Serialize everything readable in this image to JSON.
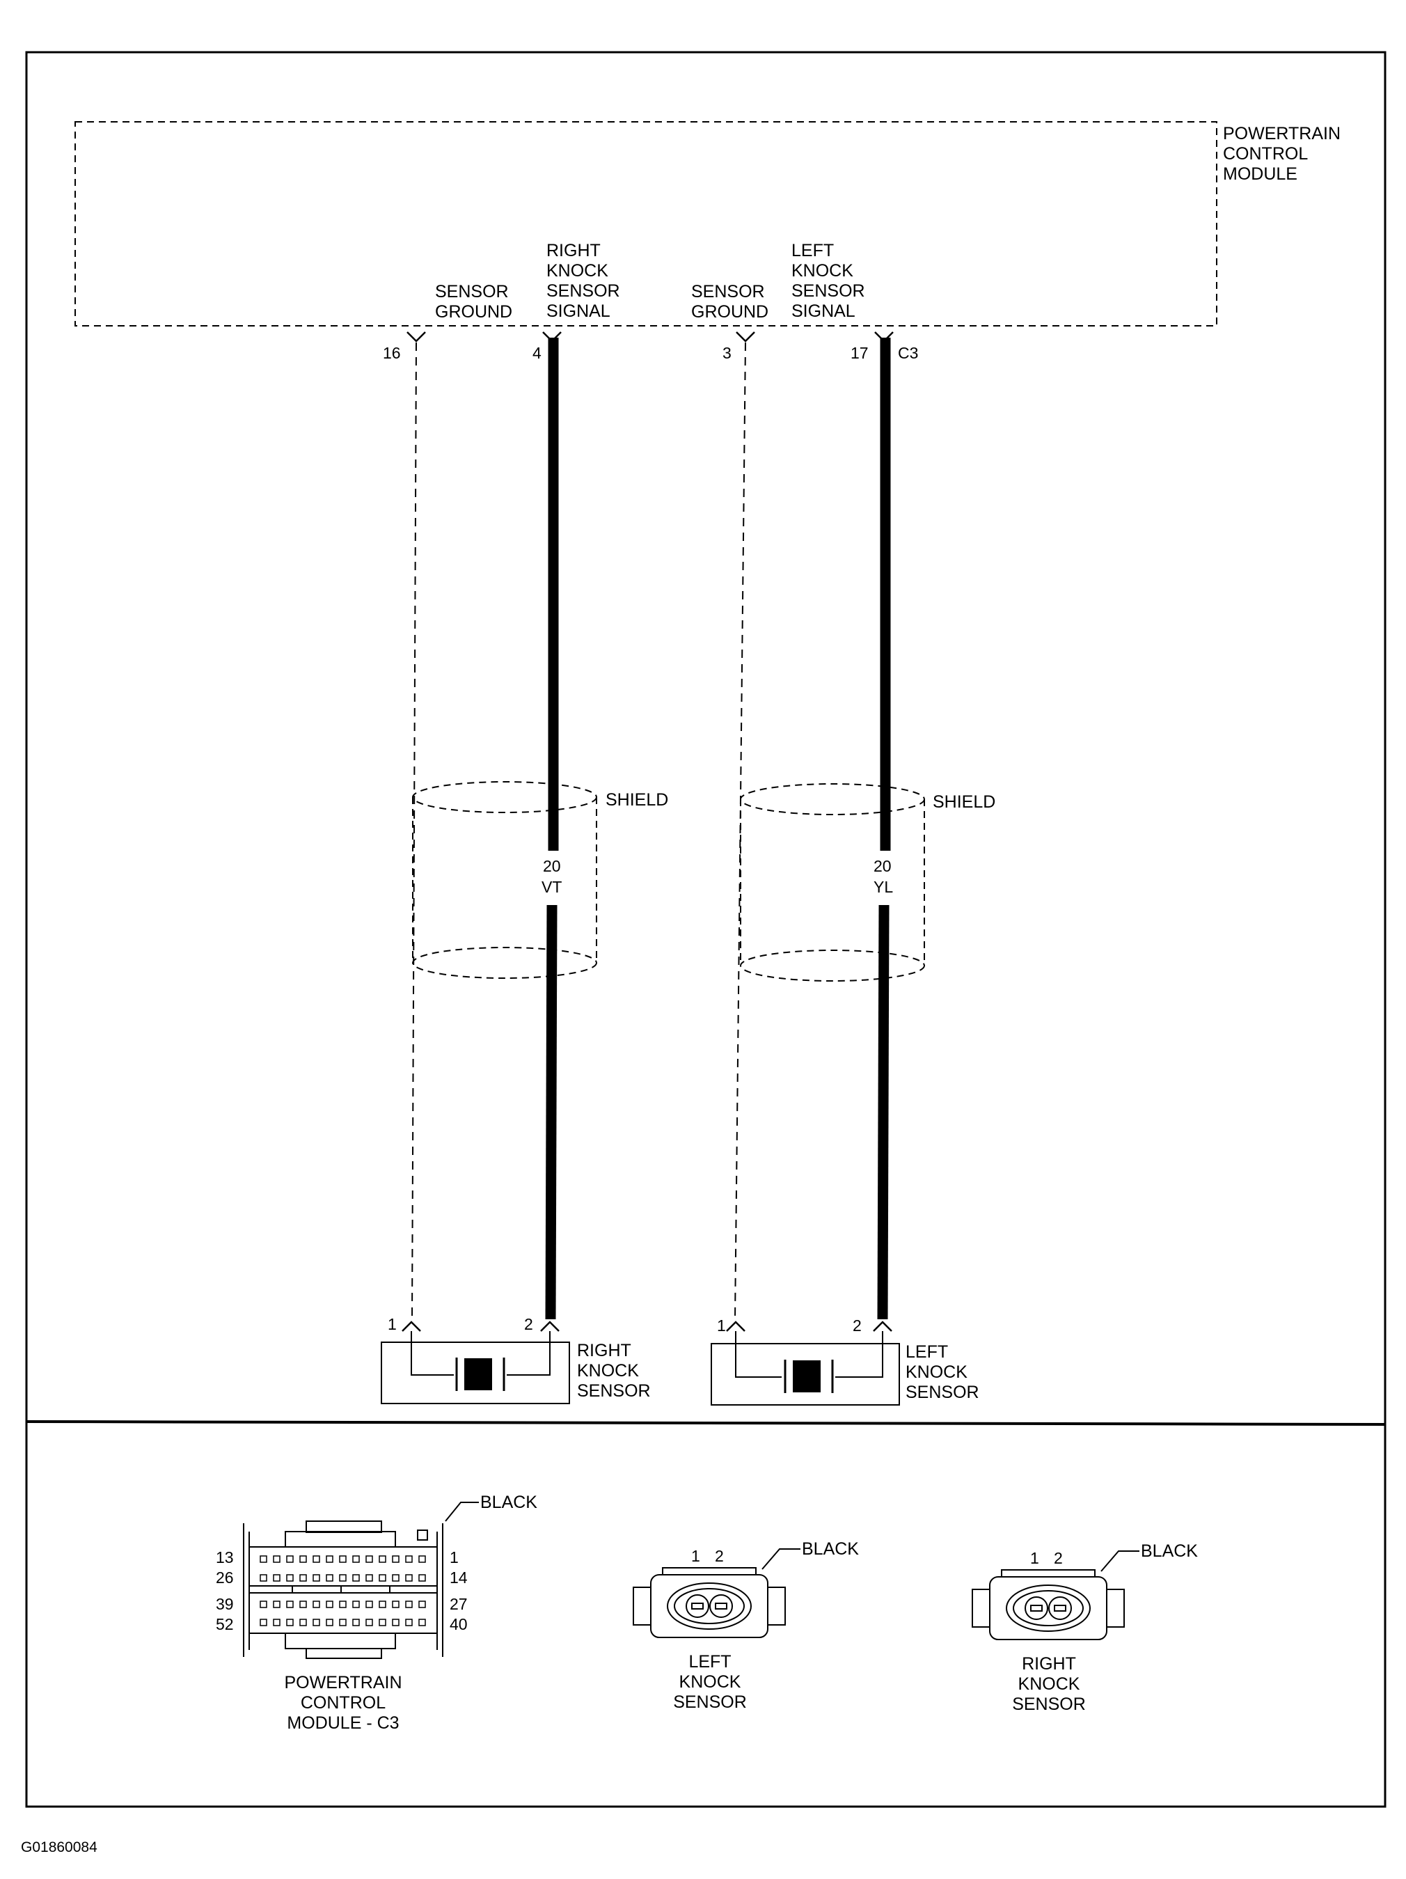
{
  "pcm": {
    "label": [
      "POWERTRAIN",
      "CONTROL",
      "MODULE"
    ]
  },
  "pcm_pins": [
    {
      "id": "p16",
      "label": [
        "SENSOR",
        "GROUND"
      ],
      "pin": "16",
      "connector": ""
    },
    {
      "id": "p4",
      "label": [
        "RIGHT",
        "KNOCK",
        "SENSOR",
        "SIGNAL"
      ],
      "pin": "4",
      "connector": ""
    },
    {
      "id": "p3",
      "label": [
        "SENSOR",
        "GROUND"
      ],
      "pin": "3",
      "connector": ""
    },
    {
      "id": "p17",
      "label": [
        "LEFT",
        "KNOCK",
        "SENSOR",
        "SIGNAL"
      ],
      "pin": "17",
      "connector": "C3"
    }
  ],
  "shields": [
    {
      "label": "SHIELD"
    },
    {
      "label": "SHIELD"
    }
  ],
  "wires": [
    {
      "gauge": "20",
      "color_code": "VT"
    },
    {
      "gauge": "20",
      "color_code": "YL"
    }
  ],
  "sensors": [
    {
      "label": [
        "RIGHT",
        "KNOCK",
        "SENSOR"
      ],
      "pin1": "1",
      "pin2": "2"
    },
    {
      "label": [
        "LEFT",
        "KNOCK",
        "SENSOR"
      ],
      "pin1": "1",
      "pin2": "2"
    }
  ],
  "connector_views": [
    {
      "name": [
        "POWERTRAIN",
        "CONTROL",
        "MODULE - C3"
      ],
      "color": "BLACK",
      "left_pins": [
        "13",
        "26",
        "39",
        "52"
      ],
      "right_pins": [
        "1",
        "14",
        "27",
        "40"
      ]
    },
    {
      "name": [
        "LEFT",
        "KNOCK",
        "SENSOR"
      ],
      "color": "BLACK",
      "pins": [
        "1",
        "2"
      ]
    },
    {
      "name": [
        "RIGHT",
        "KNOCK",
        "SENSOR"
      ],
      "color": "BLACK",
      "pins": [
        "1",
        "2"
      ]
    }
  ],
  "figure_id": "G01860084",
  "colors": {
    "ink": "#000000",
    "paper": "#ffffff"
  }
}
